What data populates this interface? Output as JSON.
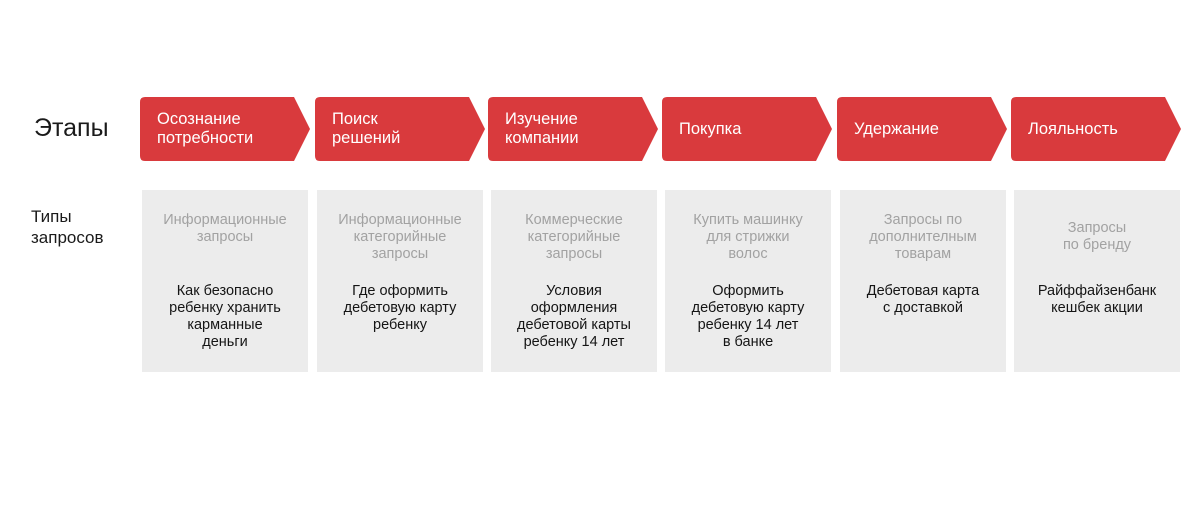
{
  "row_labels": {
    "stages": "Этапы",
    "query_types": [
      "Типы",
      "запросов"
    ]
  },
  "accent_color": "#d93a3d",
  "columns": [
    {
      "stage": [
        "Осознание",
        "потребности"
      ],
      "query_type": [
        "Информационные",
        "запросы"
      ],
      "example": [
        "Как безопасно",
        "ребенку хранить",
        "карманные",
        "деньги"
      ]
    },
    {
      "stage": [
        "Поиск",
        "решений"
      ],
      "query_type": [
        "Информационные",
        "категорийные",
        "запросы"
      ],
      "example": [
        "Где оформить",
        "дебетовую карту",
        "ребенку"
      ]
    },
    {
      "stage": [
        "Изучение",
        "компании"
      ],
      "query_type": [
        "Коммерческие",
        "категорийные",
        "запросы"
      ],
      "example": [
        "Условия",
        "оформления",
        "дебетовой карты",
        "ребенку 14 лет"
      ]
    },
    {
      "stage": [
        "Покупка"
      ],
      "query_type": [
        "Купить машинку",
        "для стрижки",
        "волос"
      ],
      "example": [
        "Оформить",
        "дебетовую карту",
        "ребенку 14 лет",
        "в банке"
      ]
    },
    {
      "stage": [
        "Удержание"
      ],
      "query_type": [
        "Запросы по",
        "дополнителным",
        "товарам"
      ],
      "example": [
        "Дебетовая карта",
        "с доставкой"
      ]
    },
    {
      "stage": [
        "Лояльность"
      ],
      "query_type": [
        "Запросы",
        "по бренду"
      ],
      "example": [
        "Райффайзенбанк",
        "кешбек акции"
      ]
    }
  ]
}
